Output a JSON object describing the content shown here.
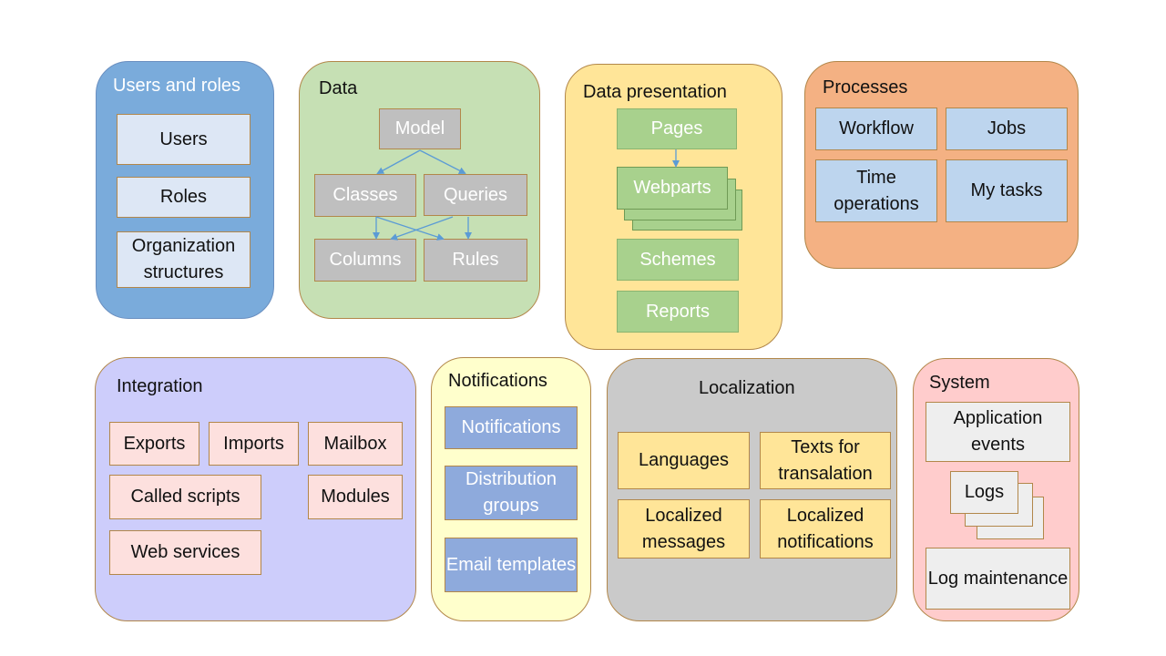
{
  "users_roles": {
    "title": "Users and roles",
    "items": [
      "Users",
      "Roles",
      "Organization structures"
    ]
  },
  "data": {
    "title": "Data",
    "model": "Model",
    "classes": "Classes",
    "queries": "Queries",
    "columns": "Columns",
    "rules": "Rules"
  },
  "data_presentation": {
    "title": "Data presentation",
    "items": [
      "Pages",
      "Webparts",
      "Schemes",
      "Reports"
    ]
  },
  "processes": {
    "title": "Processes",
    "items": [
      "Workflow",
      "Jobs",
      "Time operations",
      "My tasks"
    ]
  },
  "integration": {
    "title": "Integration",
    "items": [
      "Exports",
      "Imports",
      "Mailbox",
      "Called scripts",
      "Modules",
      "Web services"
    ]
  },
  "notifications": {
    "title": "Notifications",
    "items": [
      "Notifications",
      "Distribution groups",
      "Email templates"
    ]
  },
  "localization": {
    "title": "Localization",
    "items": [
      "Languages",
      "Texts for transalation",
      "Localized messages",
      "Localized notifications"
    ]
  },
  "system": {
    "title": "System",
    "items": [
      "Application events",
      "Logs",
      "Log maintenance"
    ]
  },
  "colors": {
    "users_roles": "#7aabdb",
    "data": "#c6e0b4",
    "data_presentation": "#ffe598",
    "processes": "#f4b183",
    "integration": "#cdcdfb",
    "notifications": "#ffffcc",
    "localization": "#cacaca",
    "system": "#ffcccc",
    "arrow": "#5b9bd5"
  }
}
